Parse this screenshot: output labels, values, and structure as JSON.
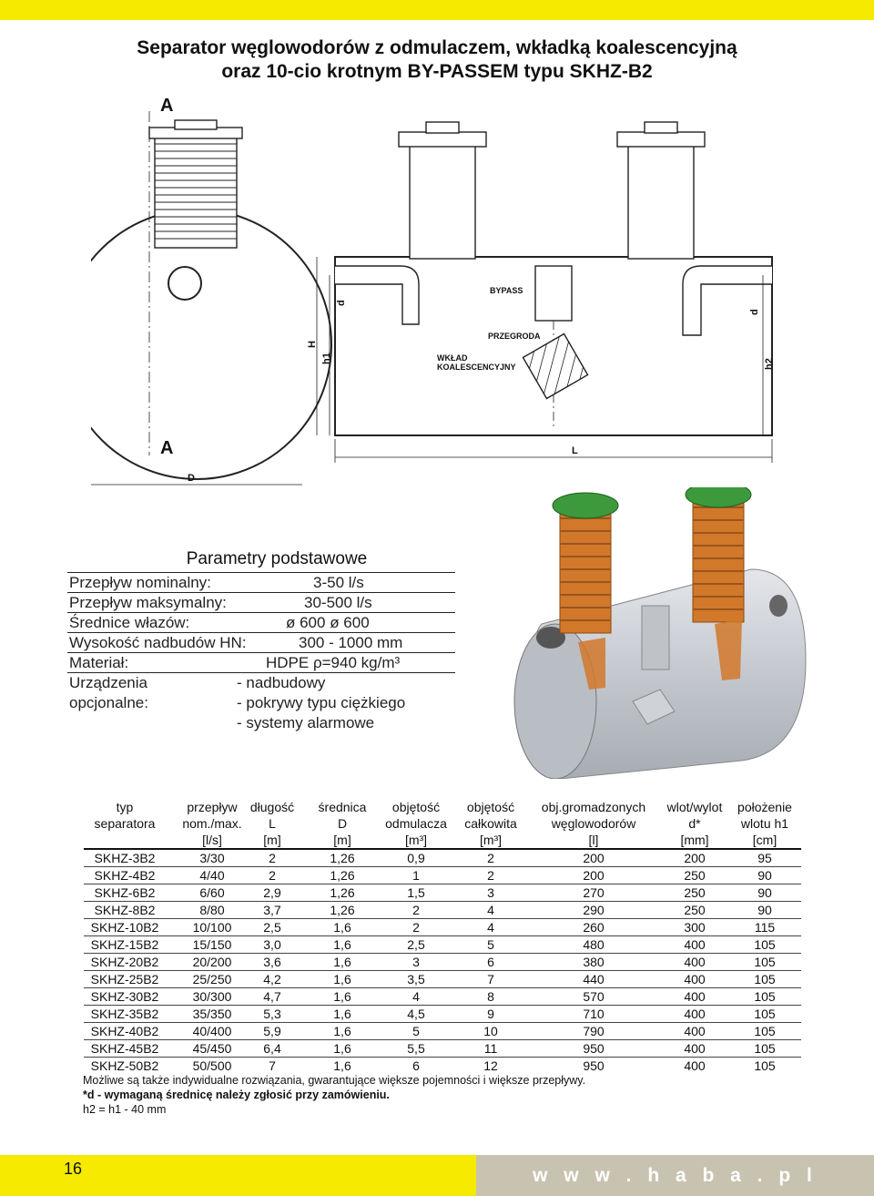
{
  "title": {
    "line1": "Separator węglowodorów z odmulaczem, wkładką koalescencyjną",
    "line2": "oraz 10-cio krotnym BY-PASSEM typu SKHZ-B2"
  },
  "drawing_labels": {
    "section_top": "A",
    "section_bottom": "A",
    "D": "D",
    "L": "L",
    "H": "H",
    "h1": "h1",
    "h2": "h2",
    "d_left": "d",
    "d_right": "d",
    "bypass": "BYPASS",
    "przegroda": "PRZEGRODA",
    "wklad1": "WKŁAD",
    "wklad2": "KOALESCENCYJNY"
  },
  "params": {
    "heading": "Parametry podstawowe",
    "rows": [
      {
        "label": "Przepływ nominalny:",
        "value": "3-50 l/s"
      },
      {
        "label": "Przepływ maksymalny:",
        "value": "30-500 l/s"
      },
      {
        "label": "Średnice włazów:",
        "value": "ø 600  ø 600"
      },
      {
        "label": "Wysokość nadbudów HN:",
        "value": "300 - 1000 mm"
      },
      {
        "label": "Materiał:",
        "value": "HDPE ρ=940 kg/m³"
      }
    ],
    "optional_label1": "Urządzenia",
    "optional_label2": "opcjonalne:",
    "optional_items": [
      "- nadbudowy",
      "- pokrywy typu ciężkiego",
      "- systemy alarmowe"
    ]
  },
  "table": {
    "headers": [
      [
        "typ",
        "separatora",
        ""
      ],
      [
        "przepływ",
        "nom./max.",
        "[l/s]"
      ],
      [
        "długość",
        "L",
        "[m]"
      ],
      [
        "średnica",
        "D",
        "[m]"
      ],
      [
        "objętość",
        "odmulacza",
        "[m³]"
      ],
      [
        "objętość",
        "całkowita",
        "[m³]"
      ],
      [
        "obj.gromadzonych",
        "węglowodorów",
        "[l]"
      ],
      [
        "wlot/wylot",
        "d*",
        "[mm]"
      ],
      [
        "położenie",
        "wlotu h1",
        "[cm]"
      ]
    ],
    "rows": [
      [
        "SKHZ-3B2",
        "3/30",
        "2",
        "1,26",
        "0,9",
        "2",
        "200",
        "200",
        "95"
      ],
      [
        "SKHZ-4B2",
        "4/40",
        "2",
        "1,26",
        "1",
        "2",
        "200",
        "250",
        "90"
      ],
      [
        "SKHZ-6B2",
        "6/60",
        "2,9",
        "1,26",
        "1,5",
        "3",
        "270",
        "250",
        "90"
      ],
      [
        "SKHZ-8B2",
        "8/80",
        "3,7",
        "1,26",
        "2",
        "4",
        "290",
        "250",
        "90"
      ],
      [
        "SKHZ-10B2",
        "10/100",
        "2,5",
        "1,6",
        "2",
        "4",
        "260",
        "300",
        "115"
      ],
      [
        "SKHZ-15B2",
        "15/150",
        "3,0",
        "1,6",
        "2,5",
        "5",
        "480",
        "400",
        "105"
      ],
      [
        "SKHZ-20B2",
        "20/200",
        "3,6",
        "1,6",
        "3",
        "6",
        "380",
        "400",
        "105"
      ],
      [
        "SKHZ-25B2",
        "25/250",
        "4,2",
        "1,6",
        "3,5",
        "7",
        "440",
        "400",
        "105"
      ],
      [
        "SKHZ-30B2",
        "30/300",
        "4,7",
        "1,6",
        "4",
        "8",
        "570",
        "400",
        "105"
      ],
      [
        "SKHZ-35B2",
        "35/350",
        "5,3",
        "1,6",
        "4,5",
        "9",
        "710",
        "400",
        "105"
      ],
      [
        "SKHZ-40B2",
        "40/400",
        "5,9",
        "1,6",
        "5",
        "10",
        "790",
        "400",
        "105"
      ],
      [
        "SKHZ-45B2",
        "45/450",
        "6,4",
        "1,6",
        "5,5",
        "11",
        "950",
        "400",
        "105"
      ],
      [
        "SKHZ-50B2",
        "50/500",
        "7",
        "1,6",
        "6",
        "12",
        "950",
        "400",
        "105"
      ]
    ]
  },
  "notes": {
    "line1": "Możliwe są także indywidualne rozwiązania, gwarantujące większe pojemności i większe przepływy.",
    "line2": "*d - wymaganą średnicę należy zgłosić przy zamówieniu.",
    "line3": "h2 = h1 - 40 mm"
  },
  "footer": {
    "page_number": "16",
    "website": "w w w . h a b a . p l"
  },
  "colors": {
    "accent_yellow": "#f5ea00",
    "footer_gray": "#c8c2b0",
    "shaft_orange": "#d2782a",
    "cover_green": "#3c9a3c"
  }
}
